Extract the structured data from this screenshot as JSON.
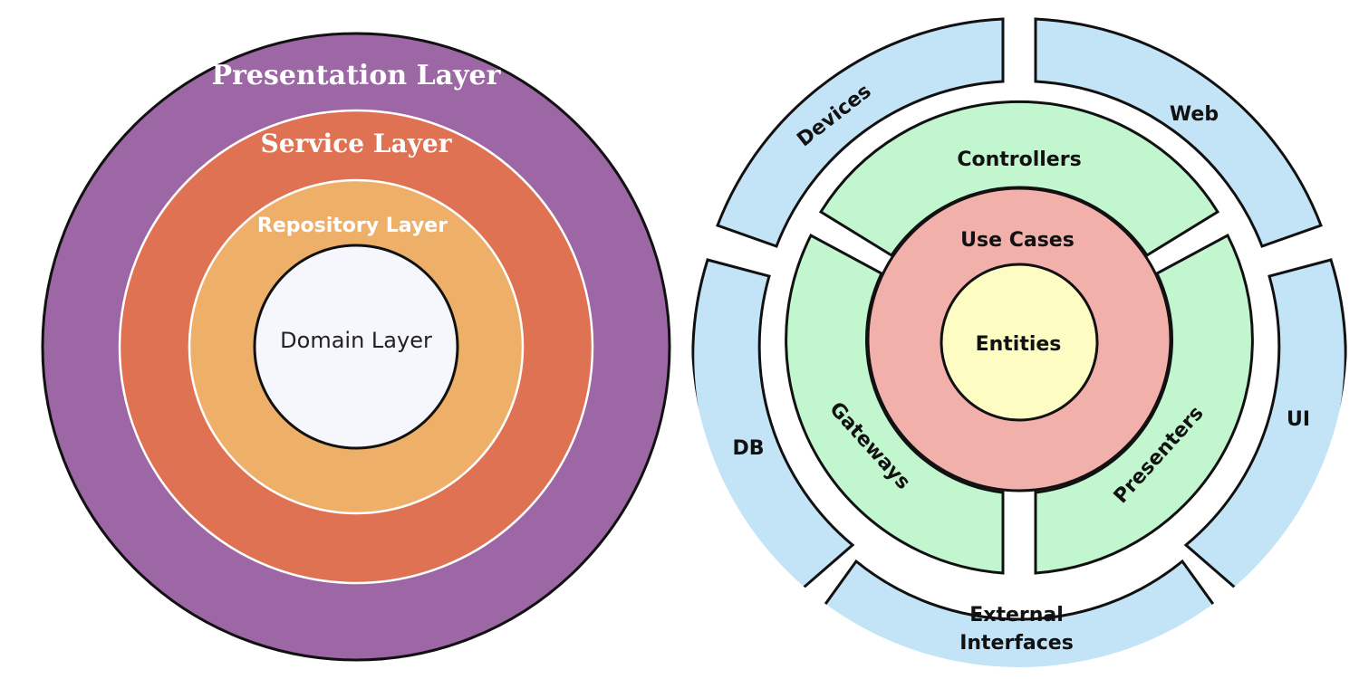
{
  "layered_diagram": {
    "layers": [
      {
        "label": "Presentation Layer",
        "color": "#9d66a5"
      },
      {
        "label": "Service Layer",
        "color": "#e07254"
      },
      {
        "label": "Repository Layer",
        "color": "#eeaf69"
      },
      {
        "label": "Domain Layer",
        "color": "#f6f7fd"
      }
    ]
  },
  "clean_diagram": {
    "outer_segments": [
      {
        "label": "Devices"
      },
      {
        "label": "Web"
      },
      {
        "label": "UI"
      },
      {
        "label": "External"
      },
      {
        "label": "Interfaces"
      },
      {
        "label": "DB"
      }
    ],
    "middle_segments": [
      {
        "label": "Controllers"
      },
      {
        "label": "Presenters"
      },
      {
        "label": "Gateways"
      }
    ],
    "use_cases": {
      "label": "Use Cases"
    },
    "entities": {
      "label": "Entities"
    },
    "colors": {
      "outer": "#c3e3f7",
      "middle": "#c2f6cf",
      "use_cases": "#f2b0ab",
      "entities": "#fdfdc3",
      "stroke": "#111111"
    }
  }
}
